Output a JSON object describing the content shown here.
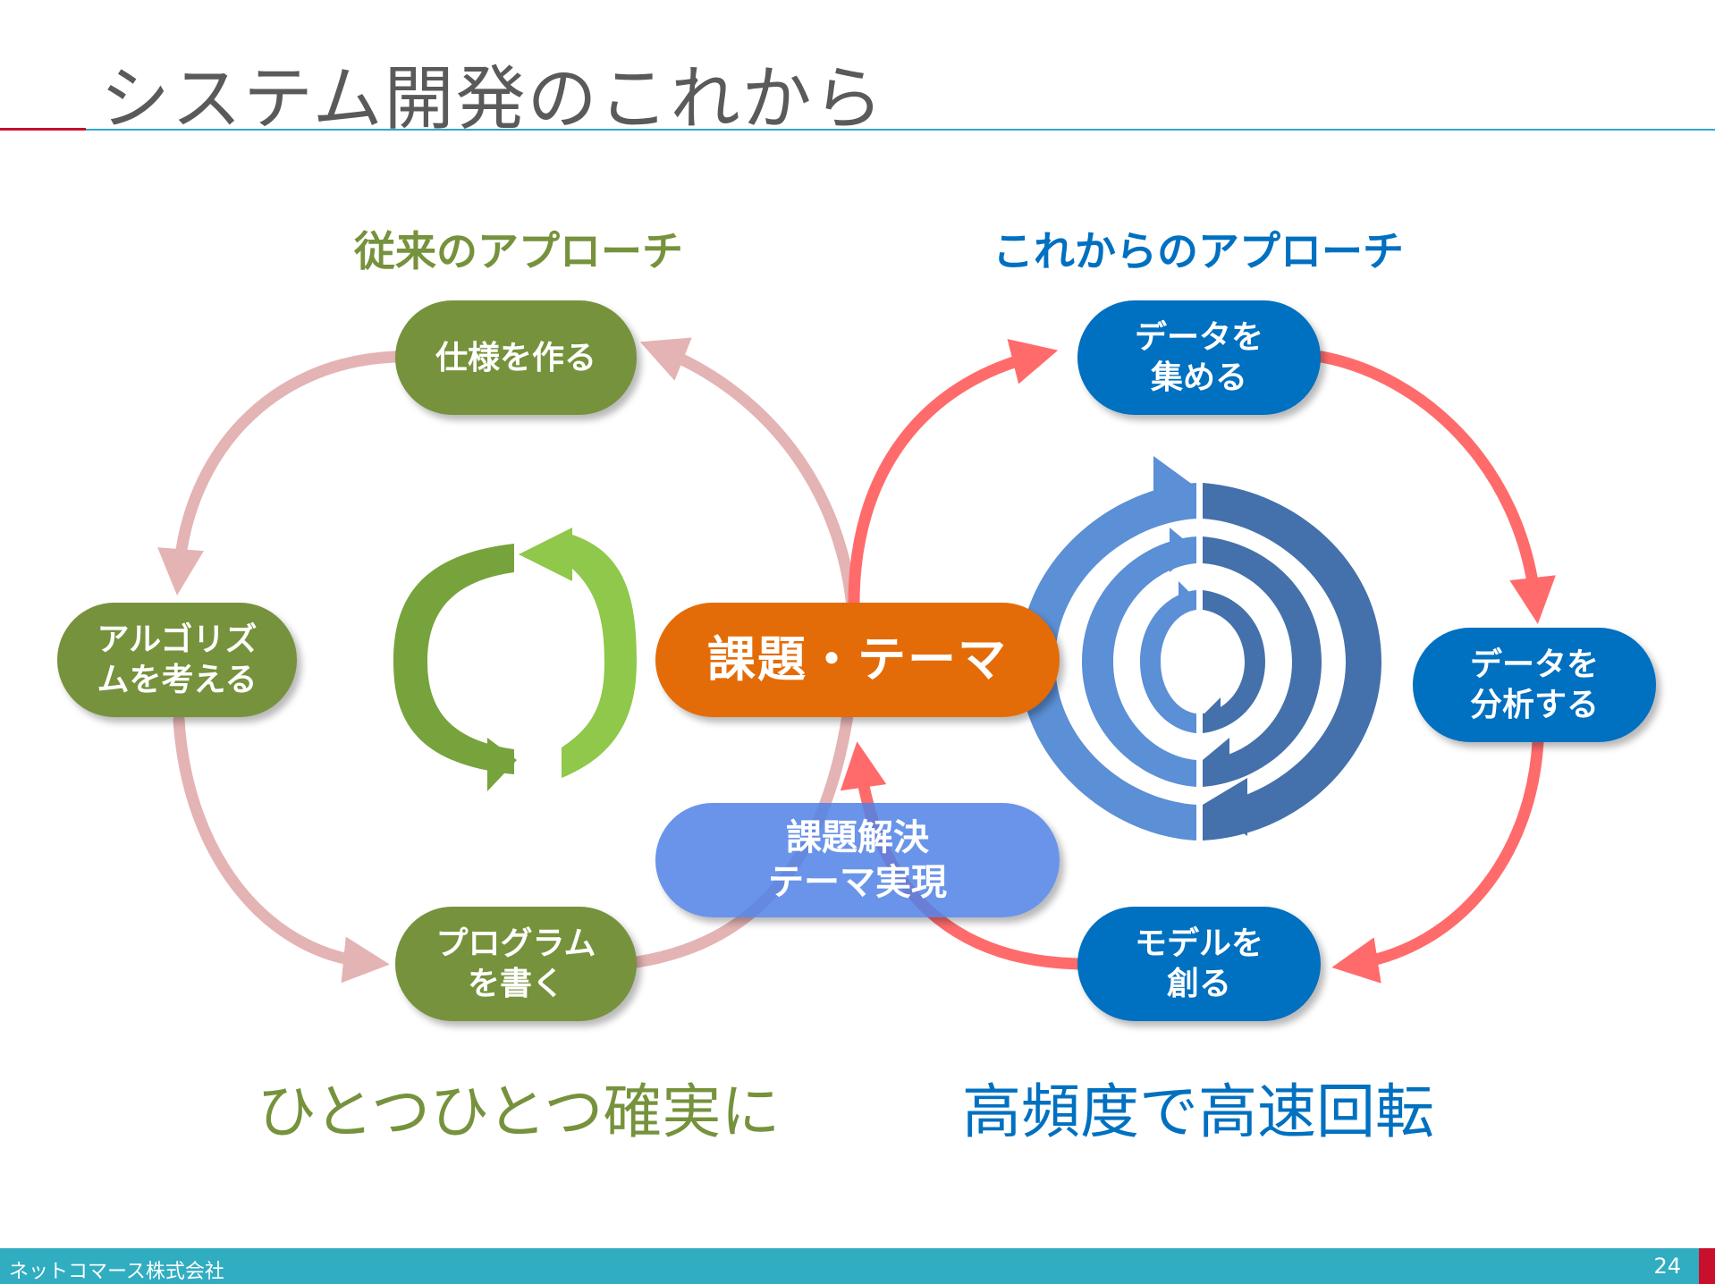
{
  "page": {
    "title": "システム開発のこれから",
    "footer_company": "ネットコマース株式会社",
    "page_number": "24"
  },
  "left": {
    "heading": "従来のアプローチ",
    "steps": [
      "仕様を作る",
      "アルゴリズ\nムを考える",
      "プログラム\nを書く"
    ],
    "tagline": "ひとつひとつ確実に"
  },
  "right": {
    "heading": "これからのアプローチ",
    "steps": [
      "データを\n集める",
      "データを\n分析する",
      "モデルを\n創る"
    ],
    "tagline": "高頻度で高速回転"
  },
  "center": {
    "theme": "課題・テーマ",
    "result": "課題解決\nテーマ実現"
  },
  "colors": {
    "green": "#76923c",
    "blue": "#0070c0",
    "orange": "#e36c09",
    "left_arrows": "#e4b3b3",
    "right_arrows": "#ff6b6b",
    "footer": "#31adc1",
    "accent_red": "#c8102e"
  },
  "icons": [
    "green-cycle-icon",
    "blue-spiral-icon"
  ]
}
